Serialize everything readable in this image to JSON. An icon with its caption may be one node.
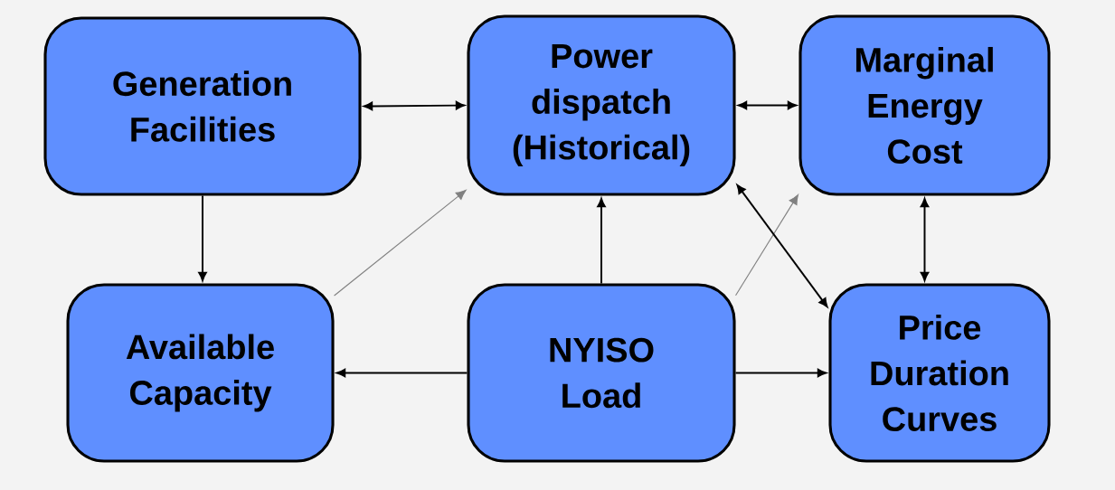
{
  "diagram": {
    "nodes": [
      {
        "text": [
          "Generation Facilities"
        ]
      },
      {
        "text": [
          "Power dispatch (Historical)"
        ]
      },
      {
        "text": [
          "Marginal Energy Cost"
        ]
      },
      {
        "text": [
          "Available Capacity"
        ]
      },
      {
        "text": [
          "NYISO Load"
        ]
      },
      {
        "text": [
          "Price Duration Curves"
        ]
      }
    ],
    "edges": [
      {
        "from": 0,
        "to": 1,
        "arrow": "both"
      },
      {
        "from": 1,
        "to": 2,
        "arrow": "both"
      },
      {
        "from": 0,
        "to": 3,
        "arrow": "to"
      },
      {
        "from": 3,
        "to": 1,
        "arrow": "to",
        "color": "#808080"
      },
      {
        "from": 4,
        "to": 1,
        "arrow": "to"
      },
      {
        "from": 4,
        "to": 2,
        "arrow": "to",
        "color": "#808080"
      },
      {
        "from": 1,
        "to": 5,
        "arrow": "both"
      },
      {
        "from": 2,
        "to": 5,
        "arrow": "both"
      },
      {
        "from": 4,
        "to": 3,
        "arrow": "to"
      },
      {
        "from": 4,
        "to": 5,
        "arrow": "to"
      }
    ]
  }
}
